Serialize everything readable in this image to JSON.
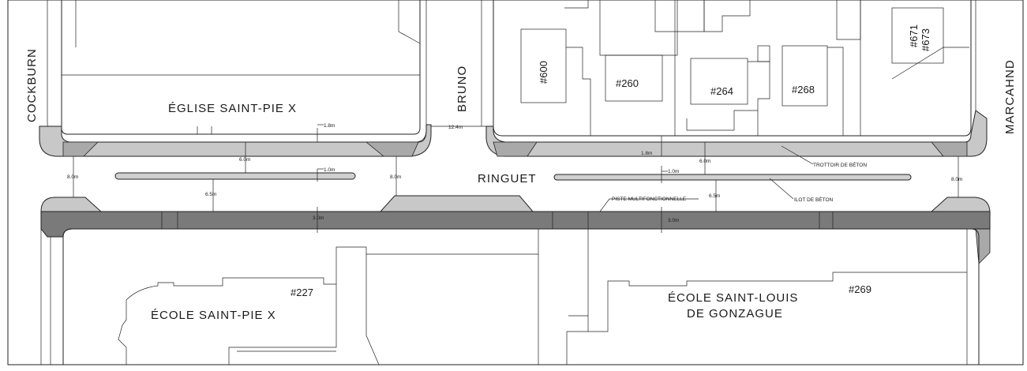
{
  "streets": {
    "cockburn": "COCKBURN",
    "bruno": "BRUNO",
    "ringuet": "RINGUET",
    "marcahnd": "MARCAHND"
  },
  "buildings": {
    "eglise": "ÉGLISE SAINT-PIE X",
    "ecole_pie": "ÉCOLE SAINT-PIE X",
    "ecole_louis_line1": "ÉCOLE SAINT-LOUIS",
    "ecole_louis_line2": "DE GONZAGUE"
  },
  "addresses": {
    "a600": "#600",
    "a260": "#260",
    "a264": "#264",
    "a268": "#268",
    "a671": "#671",
    "a673": "#673",
    "a227": "#227",
    "a269": "#269"
  },
  "dimensions": {
    "d18_top": "1.8m",
    "d124": "12.4m",
    "d60_left": "6.0m",
    "d10_left": "1.0m",
    "d80_left": "8.0m",
    "d80_mid": "8.0m",
    "d65_left": "6.5m",
    "d30_left": "3.0m",
    "d18_right": "1.8m",
    "d60_right": "6.0m",
    "d10_right": "1.0m",
    "d65_right": "6.5m",
    "d30_right": "3.0m",
    "d80_right": "8.0m"
  },
  "annotations": {
    "trottoir": "TROTTOIR DE BÉTON",
    "ilot": "ILOT DE BÉTON",
    "piste": "PISTE MULTIFONCTIONNELLE"
  },
  "colors": {
    "sidewalk": "#c8c8c8",
    "bike_path": "#7a7a7a",
    "median": "#d0d0d0",
    "line": "#222222"
  }
}
